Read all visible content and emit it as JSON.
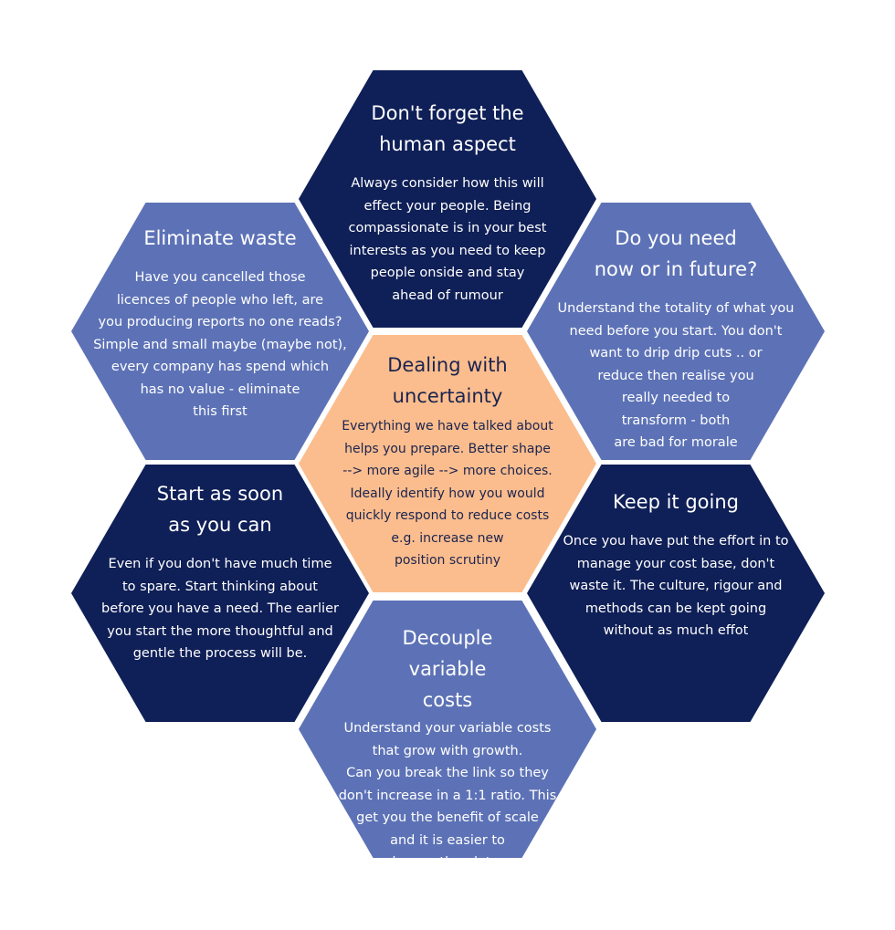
{
  "colors": {
    "dark_navy": "#0f1f57",
    "mid_blue": "#5d72b6",
    "peach": "#fbbd8d",
    "center_text": "#1b2450",
    "outer_text": "#ffffff"
  },
  "hexagons": {
    "top": {
      "title": "Don't forget the\nhuman aspect",
      "body": "Always consider how this will\neffect your people. Being\ncompassionate is in your best\ninterests as you need to keep\npeople onside and stay\nahead of rumour"
    },
    "upper_left": {
      "title": "Eliminate waste",
      "body": "Have you cancelled those\nlicences of people who left, are\nyou producing reports no one reads?\nSimple and small maybe (maybe not),\nevery company has spend which\nhas no value - eliminate\nthis first"
    },
    "upper_right": {
      "title": "Do you need\nnow or in future?",
      "body": "Understand the totality of what you\nneed before you start. You don't\nwant to drip drip cuts .. or\nreduce then realise you\nreally needed to\ntransform - both\nare bad for morale"
    },
    "center": {
      "title": "Dealing with\nuncertainty",
      "body": "Everything we have talked about\nhelps you prepare. Better shape\n--> more agile --> more choices.\nIdeally identify how you would\nquickly respond to reduce costs\ne.g. increase new\nposition scrutiny"
    },
    "lower_left": {
      "title": "Start as soon\nas you can",
      "body": "Even if you don't have much time\nto spare. Start thinking about\nbefore you have a need. The earlier\nyou start the more thoughtful and\ngentle the process will be."
    },
    "lower_right": {
      "title": "Keep it going",
      "body": "Once you have put the effort in to\nmanage your cost base, don't\nwaste it. The culture, rigour and\nmethods can be kept going\nwithout as much effot"
    },
    "bottom": {
      "title": "Decouple variable\ncosts",
      "body": "Understand your variable costs\nthat grow with growth.\nCan you break the link so they\ndon't increase in a 1:1 ratio. This\nget you the benefit of scale\nand it is easier to\ndo now than later."
    }
  }
}
